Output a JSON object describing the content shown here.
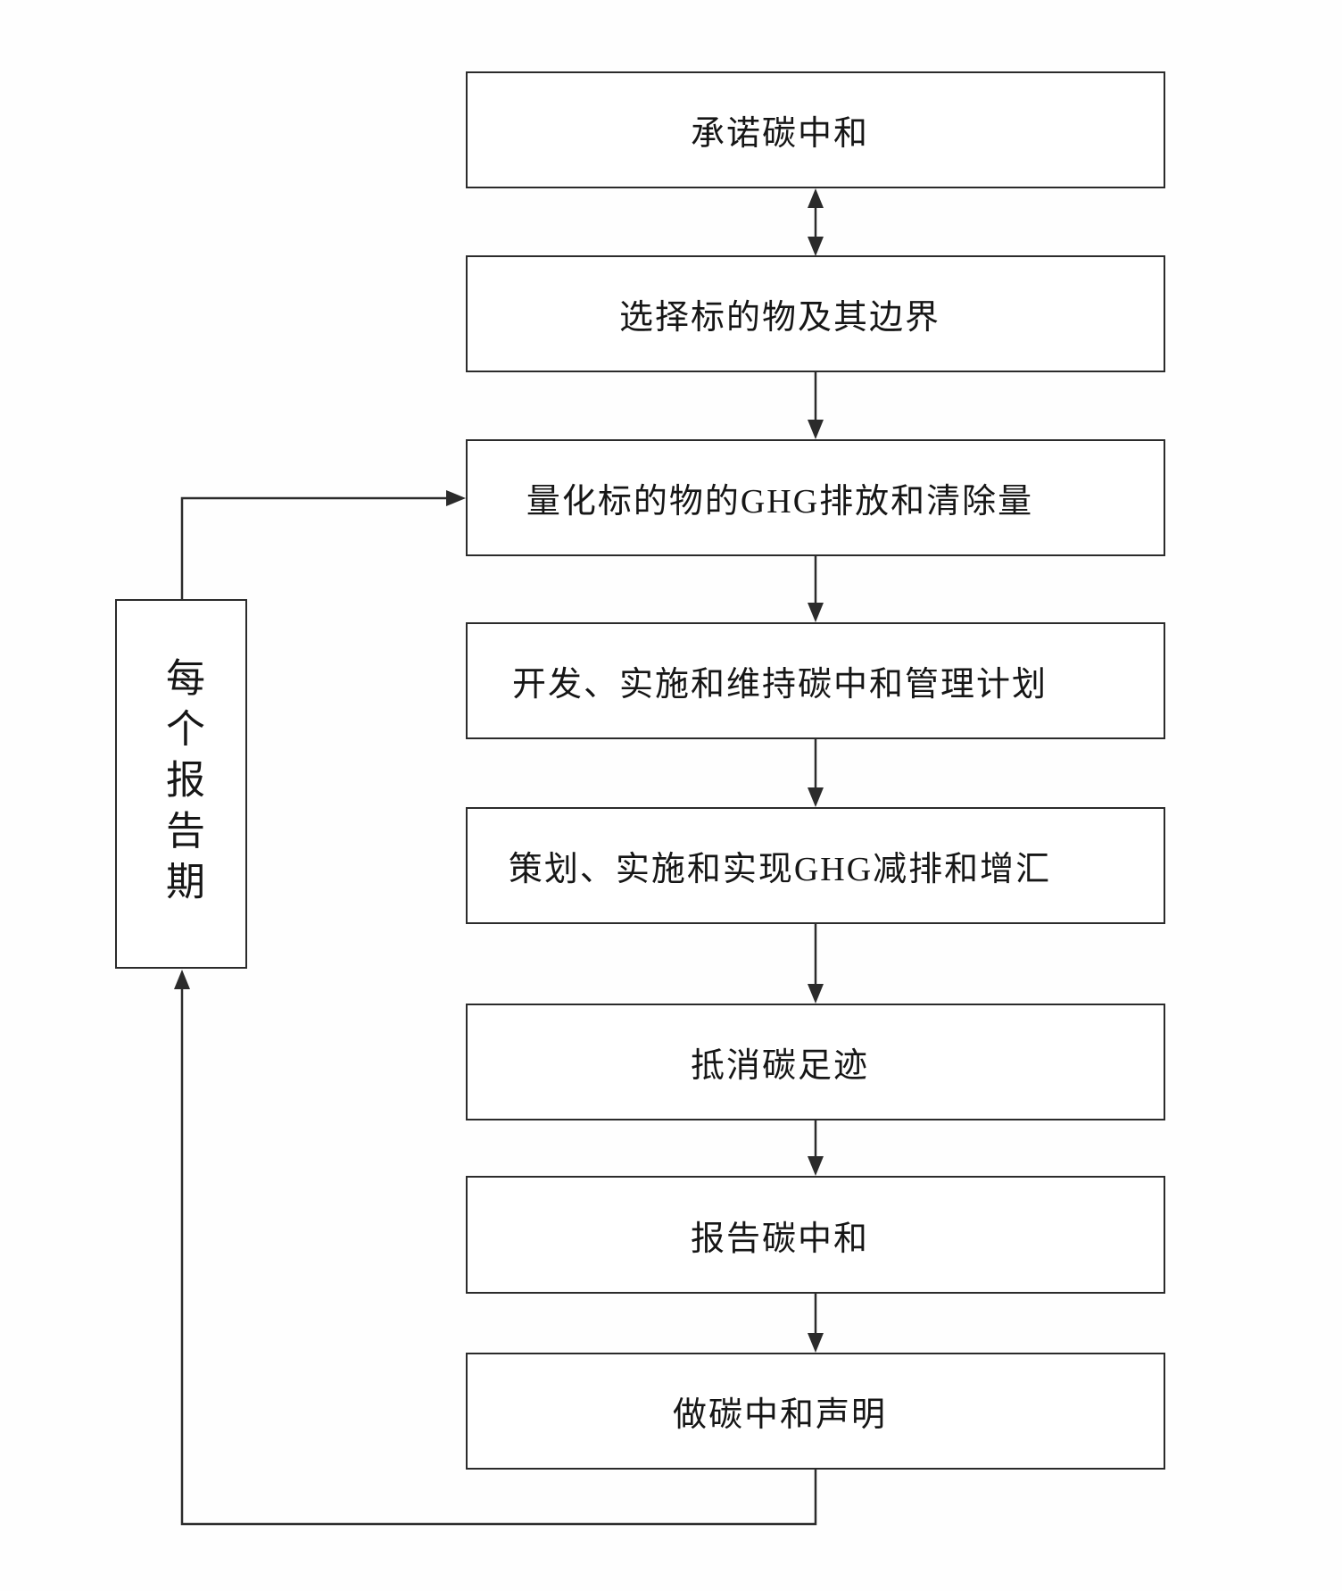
{
  "flowchart": {
    "line_color": "#2b2b2b",
    "steps": [
      {
        "id": "commit",
        "label": "承诺碳中和"
      },
      {
        "id": "select",
        "label": "选择标的物及其边界"
      },
      {
        "id": "quantify",
        "label": "量化标的物的GHG排放和清除量"
      },
      {
        "id": "plan",
        "label": "开发、实施和维持碳中和管理计划"
      },
      {
        "id": "reduce",
        "label": "策划、实施和实现GHG减排和增汇"
      },
      {
        "id": "offset",
        "label": "抵消碳足迹"
      },
      {
        "id": "report",
        "label": "报告碳中和"
      },
      {
        "id": "declare",
        "label": "做碳中和声明"
      }
    ],
    "side_box": {
      "label": "每个报告期"
    }
  }
}
